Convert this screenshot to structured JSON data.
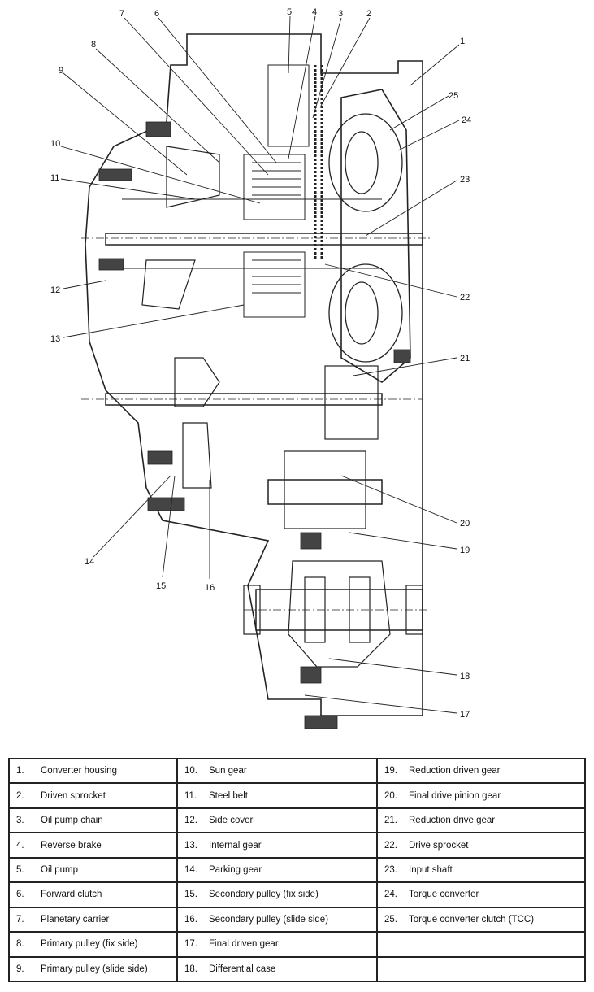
{
  "callouts": [
    "1",
    "2",
    "3",
    "4",
    "5",
    "6",
    "7",
    "8",
    "9",
    "10",
    "11",
    "12",
    "13",
    "14",
    "15",
    "16",
    "17",
    "18",
    "19",
    "20",
    "21",
    "22",
    "23",
    "24",
    "25"
  ],
  "legend": [
    [
      {
        "num": "1.",
        "label": "Converter housing"
      },
      {
        "num": "10.",
        "label": "Sun gear"
      },
      {
        "num": "19.",
        "label": "Reduction driven gear"
      }
    ],
    [
      {
        "num": "2.",
        "label": "Driven sprocket"
      },
      {
        "num": "11.",
        "label": "Steel belt"
      },
      {
        "num": "20.",
        "label": "Final drive pinion gear"
      }
    ],
    [
      {
        "num": "3.",
        "label": "Oil pump chain"
      },
      {
        "num": "12.",
        "label": "Side cover"
      },
      {
        "num": "21.",
        "label": "Reduction drive gear"
      }
    ],
    [
      {
        "num": "4.",
        "label": "Reverse brake"
      },
      {
        "num": "13.",
        "label": "Internal gear"
      },
      {
        "num": "22.",
        "label": "Drive sprocket"
      }
    ],
    [
      {
        "num": "5.",
        "label": "Oil pump"
      },
      {
        "num": "14.",
        "label": "Parking gear"
      },
      {
        "num": "23.",
        "label": "Input shaft"
      }
    ],
    [
      {
        "num": "6.",
        "label": "Forward clutch"
      },
      {
        "num": "15.",
        "label": "Secondary pulley (fix side)"
      },
      {
        "num": "24.",
        "label": "Torque converter"
      }
    ],
    [
      {
        "num": "7.",
        "label": "Planetary carrier"
      },
      {
        "num": "16.",
        "label": "Secondary pulley (slide side)"
      },
      {
        "num": "25.",
        "label": "Torque converter clutch (TCC)"
      }
    ],
    [
      {
        "num": "8.",
        "label": "Primary pulley (fix side)"
      },
      {
        "num": "17.",
        "label": "Final driven gear"
      },
      {
        "num": "",
        "label": ""
      }
    ],
    [
      {
        "num": "9.",
        "label": "Primary pulley (slide side)"
      },
      {
        "num": "18.",
        "label": "Differential case"
      },
      {
        "num": "",
        "label": ""
      }
    ]
  ]
}
